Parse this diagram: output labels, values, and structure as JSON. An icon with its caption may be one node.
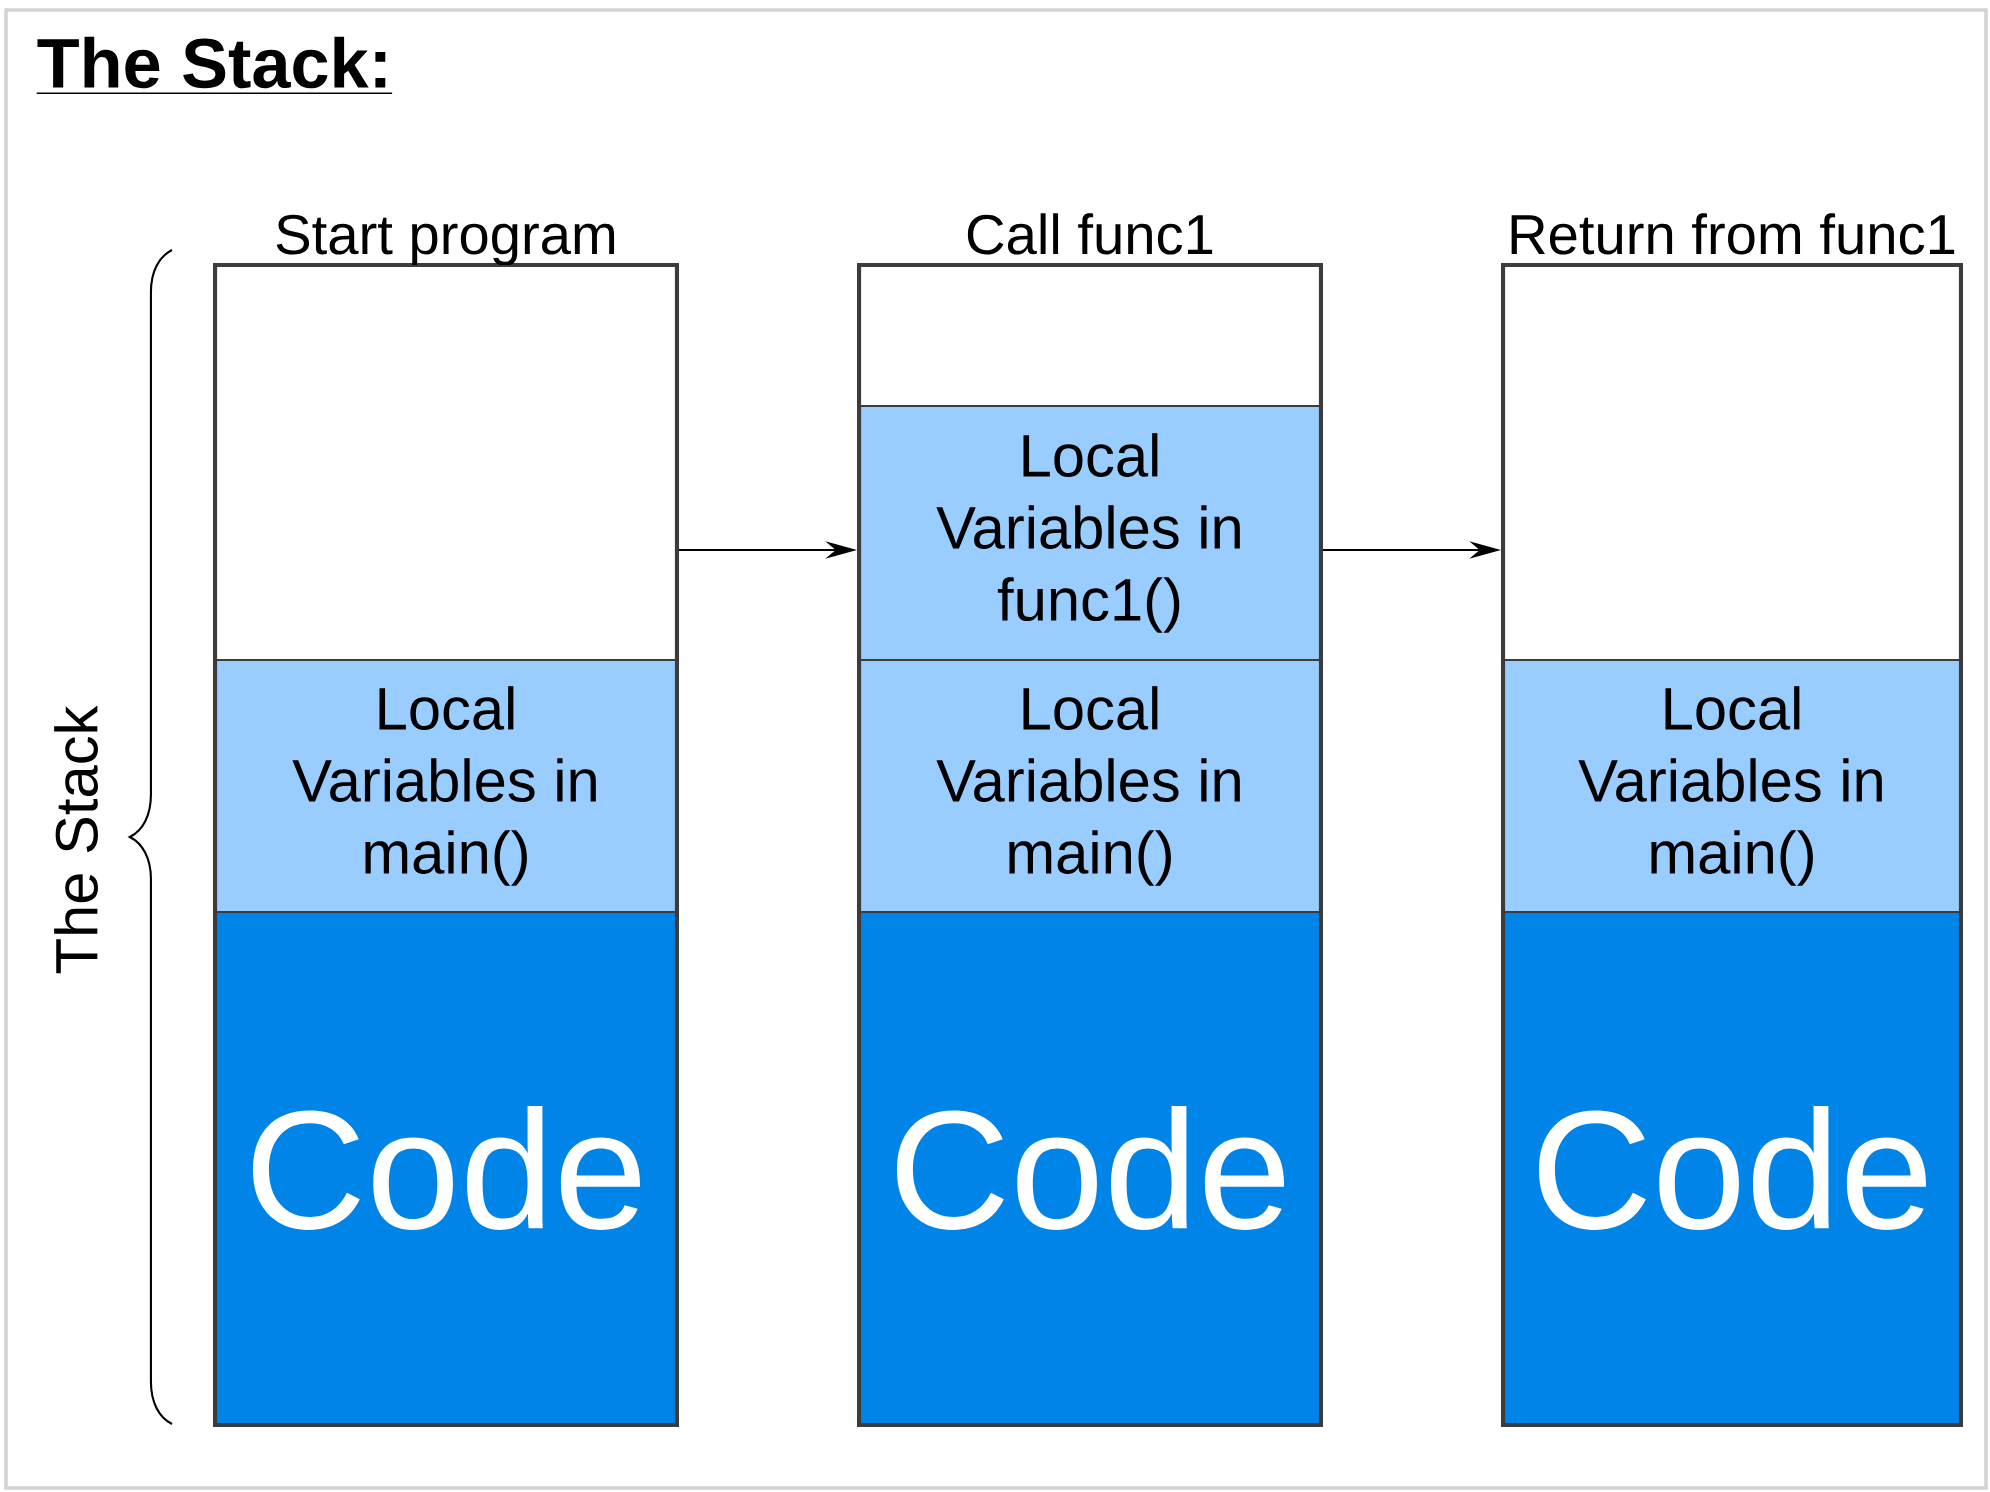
{
  "diagram": {
    "title": "The Stack:",
    "nodes": [
      {
        "text": [
          "Start  program"
        ]
      },
      {
        "text": [],
        "shape": "box",
        "in": 0
      },
      {
        "text": [
          "Local Variables in main()"
        ],
        "in": 0
      },
      {
        "text": [
          "Code"
        ],
        "in": 0
      },
      {
        "text": [
          "Call func1"
        ]
      },
      {
        "text": [],
        "shape": "box",
        "in": 4
      },
      {
        "text": [
          "Local Variables in func1()"
        ],
        "in": 4
      },
      {
        "text": [
          "Local Variables in main()"
        ],
        "in": 4
      },
      {
        "text": [
          "Code"
        ],
        "in": 4
      },
      {
        "text": [
          "Return from func1"
        ]
      },
      {
        "text": [],
        "shape": "box",
        "in": 9
      },
      {
        "text": [
          "Local Variables in main()"
        ],
        "in": 9
      },
      {
        "text": [
          "Code"
        ],
        "in": 9
      }
    ],
    "edges": [
      {
        "from": 0,
        "to": 4,
        "arrow": "to"
      },
      {
        "from": 4,
        "to": 9,
        "arrow": "to"
      }
    ],
    "labels": [
      "The Stack"
    ]
  }
}
